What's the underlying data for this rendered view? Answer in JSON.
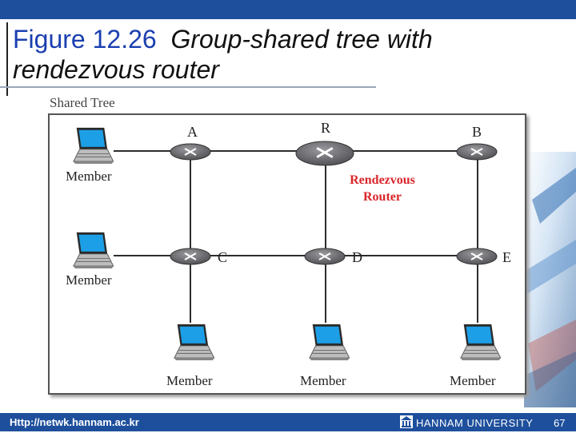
{
  "slide": {
    "title_number": "Figure 12.26",
    "title_text": "Group-shared tree with rendezvous router",
    "panel_label": "Shared Tree",
    "footer_url": "Http://netwk.hannam.ac.kr",
    "footer_university": "HANNAM UNIVERSITY",
    "page_number": "67"
  },
  "diagram": {
    "routers": [
      {
        "id": "A",
        "label": "A"
      },
      {
        "id": "R",
        "label": "R"
      },
      {
        "id": "B",
        "label": "B"
      },
      {
        "id": "C",
        "label": "C"
      },
      {
        "id": "D",
        "label": "D"
      },
      {
        "id": "E",
        "label": "E"
      }
    ],
    "rendezvous_label_line1": "Rendezvous",
    "rendezvous_label_line2": "Router",
    "rendezvous_color": "#d9262b",
    "member_label": "Member",
    "links": [
      [
        "A",
        "R"
      ],
      [
        "R",
        "B"
      ],
      [
        "C",
        "D"
      ],
      [
        "D",
        "E"
      ],
      [
        "A",
        "C"
      ],
      [
        "R",
        "D"
      ],
      [
        "B",
        "E"
      ]
    ],
    "colors": {
      "header_bar": "#1e4f9c",
      "title_number": "#1a3fb0",
      "router_body": "#6f6f72",
      "laptop_screen": "#1c9fe6"
    }
  }
}
